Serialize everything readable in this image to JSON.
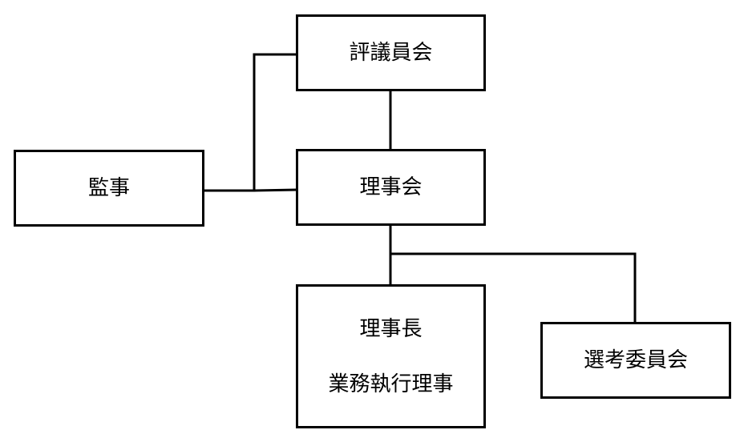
{
  "nodes": {
    "hyogiinkai": {
      "label": "評議員会"
    },
    "kanji": {
      "label": "監事"
    },
    "rijikai": {
      "label": "理事会"
    },
    "rijicho": {
      "line1": "理事長",
      "line2": "業務執行理事"
    },
    "senko": {
      "label": "選考委員会"
    }
  },
  "edges": [
    {
      "from": "kanji",
      "to": "hyogiinkai"
    },
    {
      "from": "kanji",
      "to": "rijikai"
    },
    {
      "from": "hyogiinkai",
      "to": "rijikai"
    },
    {
      "from": "rijikai",
      "to": "rijicho"
    },
    {
      "from": "rijikai",
      "to": "senko"
    }
  ],
  "colors": {
    "stroke": "#000000",
    "background": "#ffffff"
  }
}
